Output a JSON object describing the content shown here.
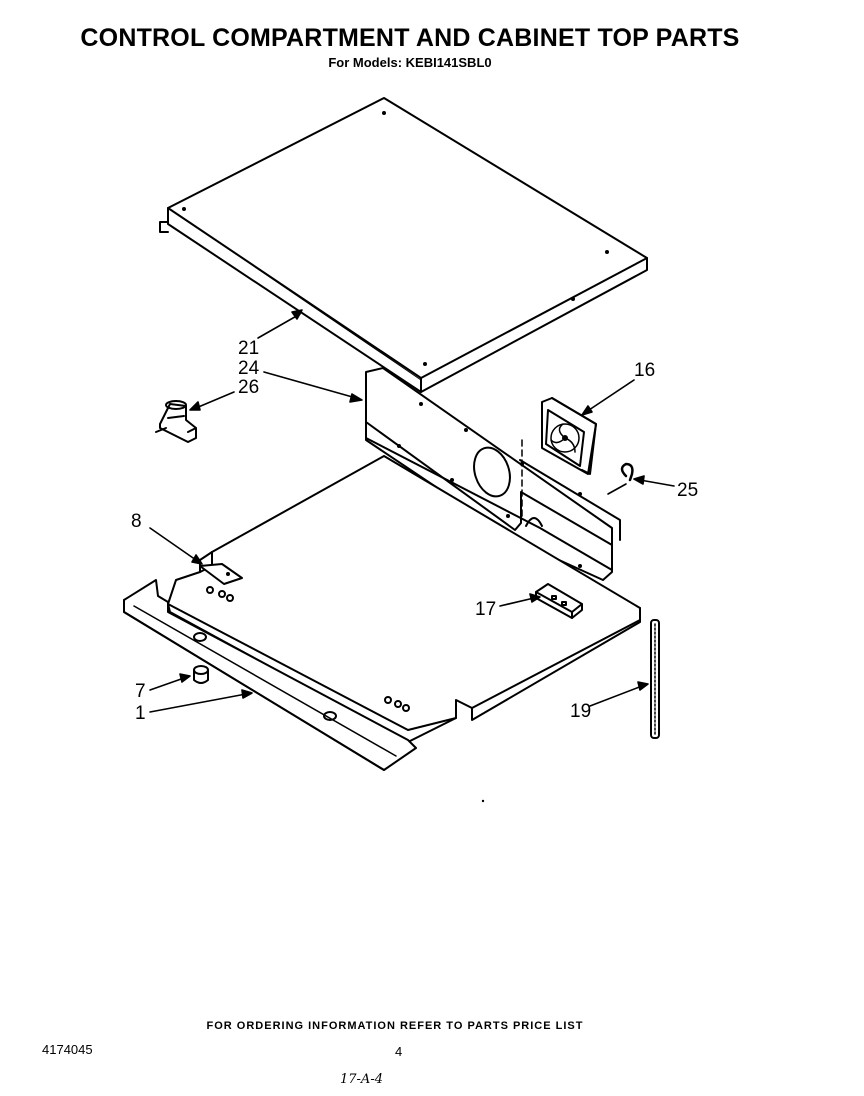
{
  "header": {
    "title": "CONTROL COMPARTMENT  AND CABINET TOP PARTS",
    "subtitle": "For Models: KEBI141SBL0"
  },
  "callouts": [
    {
      "id": "21",
      "label": "21"
    },
    {
      "id": "24",
      "label": "24"
    },
    {
      "id": "26",
      "label": "26"
    },
    {
      "id": "16",
      "label": "16"
    },
    {
      "id": "25",
      "label": "25"
    },
    {
      "id": "8",
      "label": "8"
    },
    {
      "id": "17",
      "label": "17"
    },
    {
      "id": "7",
      "label": "7"
    },
    {
      "id": "1",
      "label": "1"
    },
    {
      "id": "19",
      "label": "19"
    }
  ],
  "footer": {
    "ordering_note": "FOR ORDERING INFORMATION REFER TO PARTS PRICE LIST",
    "doc_number": "4174045",
    "page_number": "4",
    "handwritten_note": "17-A-4"
  },
  "colors": {
    "ink": "#000000",
    "paper": "#ffffff"
  }
}
